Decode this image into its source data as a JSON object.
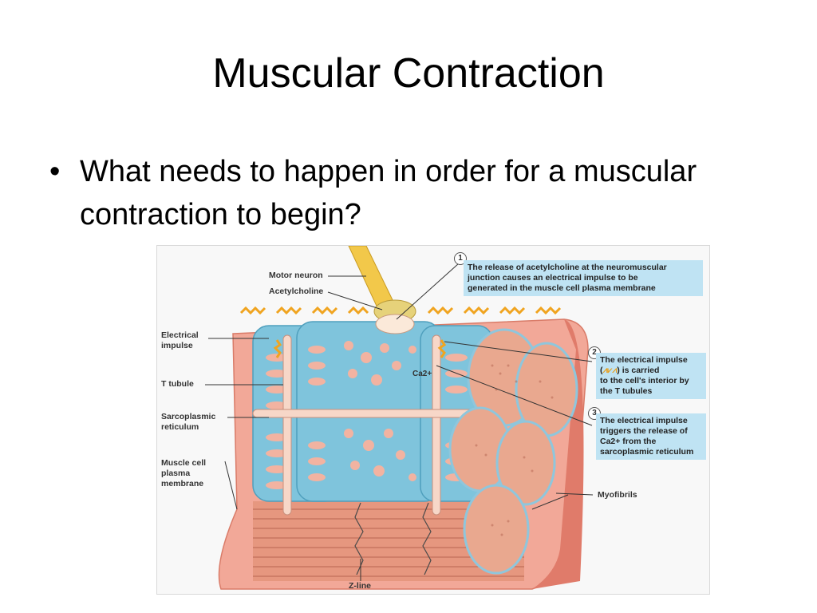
{
  "slide": {
    "title": "Muscular Contraction",
    "bullet_symbol": "•",
    "bullet": "What needs to happen in order for a muscular contraction to begin?"
  },
  "figure": {
    "labels": {
      "motor_neuron": "Motor neuron",
      "acetylcholine": "Acetylcholine",
      "electrical_impulse": "Electrical\nimpulse",
      "t_tubule": "T tubule",
      "sarcoplasmic_reticulum": "Sarcoplasmic\nreticulum",
      "muscle_cell_plasma_membrane": "Muscle cell\nplasma\nmembrane",
      "ca": "Ca2+",
      "myofibrils": "Myofibrils",
      "z_line": "Z-line"
    },
    "callouts": [
      {
        "number": "1",
        "text": "The release of acetylcholine at the neuromuscular\njunction causes an electrical impulse to be\ngenerated in the muscle cell plasma membrane"
      },
      {
        "number": "2",
        "text_before": "The electrical impulse\n(",
        "text_after": ") is carried\nto the cell's interior by\nthe T tubules"
      },
      {
        "number": "3",
        "text": "The electrical impulse\ntriggers the release of\nCa2+ from the\nsarcoplasmic reticulum"
      }
    ],
    "colors": {
      "membrane": "#f2a898",
      "membrane_dark": "#e07b6a",
      "reticulum": "#7fc4dc",
      "tubule": "#f7d7c8",
      "myofibril": "#e9a88f",
      "impulse": "#f0a420",
      "callout_bg": "#bfe3f3"
    }
  }
}
